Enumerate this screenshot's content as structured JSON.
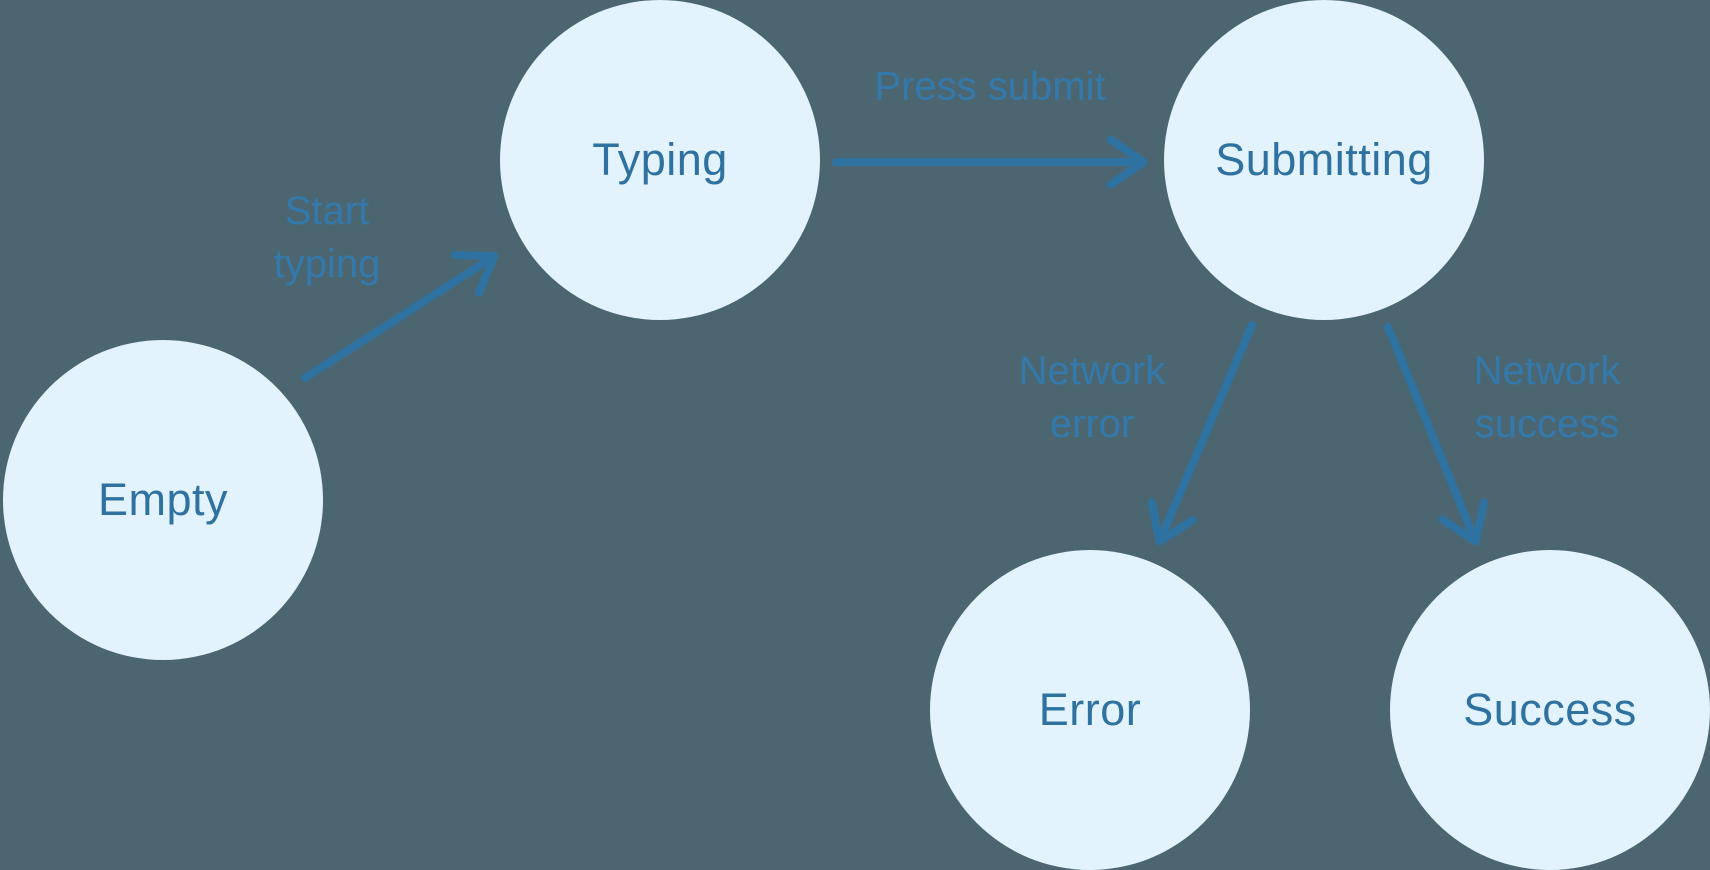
{
  "diagram": {
    "type": "state-machine",
    "colors": {
      "background": "#4C6671",
      "node_fill": "#E3F3FD",
      "node_text": "#2F72A0",
      "edge_stroke": "#2E72A1",
      "edge_label": "#3379AC"
    },
    "nodes": [
      {
        "id": "empty",
        "label": "Empty"
      },
      {
        "id": "typing",
        "label": "Typing"
      },
      {
        "id": "submitting",
        "label": "Submitting"
      },
      {
        "id": "error",
        "label": "Error"
      },
      {
        "id": "success",
        "label": "Success"
      }
    ],
    "edges": [
      {
        "id": "start-typing",
        "from": "empty",
        "to": "typing",
        "label": "Start typing",
        "lines": [
          "Start",
          "typing"
        ]
      },
      {
        "id": "press-submit",
        "from": "typing",
        "to": "submitting",
        "label": "Press submit",
        "lines": [
          "Press submit"
        ]
      },
      {
        "id": "network-error",
        "from": "submitting",
        "to": "error",
        "label": "Network error",
        "lines": [
          "Network",
          "error"
        ]
      },
      {
        "id": "network-success",
        "from": "submitting",
        "to": "success",
        "label": "Network success",
        "lines": [
          "Network",
          "success"
        ]
      }
    ]
  }
}
